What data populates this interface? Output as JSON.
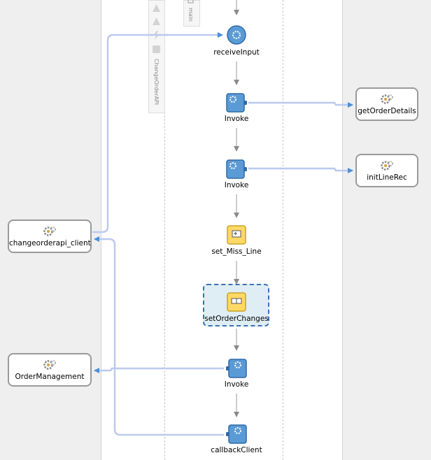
{
  "process": {
    "tab_label": "main",
    "service_label": "ChangeOrderAPI"
  },
  "partner_links": {
    "client": "changeorderapi_client",
    "order_management": "OrderManagement",
    "get_order_details": "getOrderDetails",
    "init_line_rec": "initLineRec"
  },
  "activities": [
    {
      "label": "receiveInput",
      "icon": "receive-icon"
    },
    {
      "label": "Invoke",
      "icon": "invoke-icon"
    },
    {
      "label": "Invoke",
      "icon": "invoke-icon"
    },
    {
      "label": "set_Miss_Line",
      "icon": "assign-icon"
    },
    {
      "label": "setOrderChanges",
      "icon": "assign-icon"
    },
    {
      "label": "Invoke",
      "icon": "invoke-icon"
    },
    {
      "label": "callbackClient",
      "icon": "callback-icon"
    }
  ],
  "colors": {
    "wire": "#bcc9ef",
    "arrow": "#4a90d9",
    "selection_fill": "#dfeef5",
    "selection_border": "#3d6fb6",
    "activity_blue": "#5b9bd5",
    "assign_yellow": "#ffd966"
  }
}
